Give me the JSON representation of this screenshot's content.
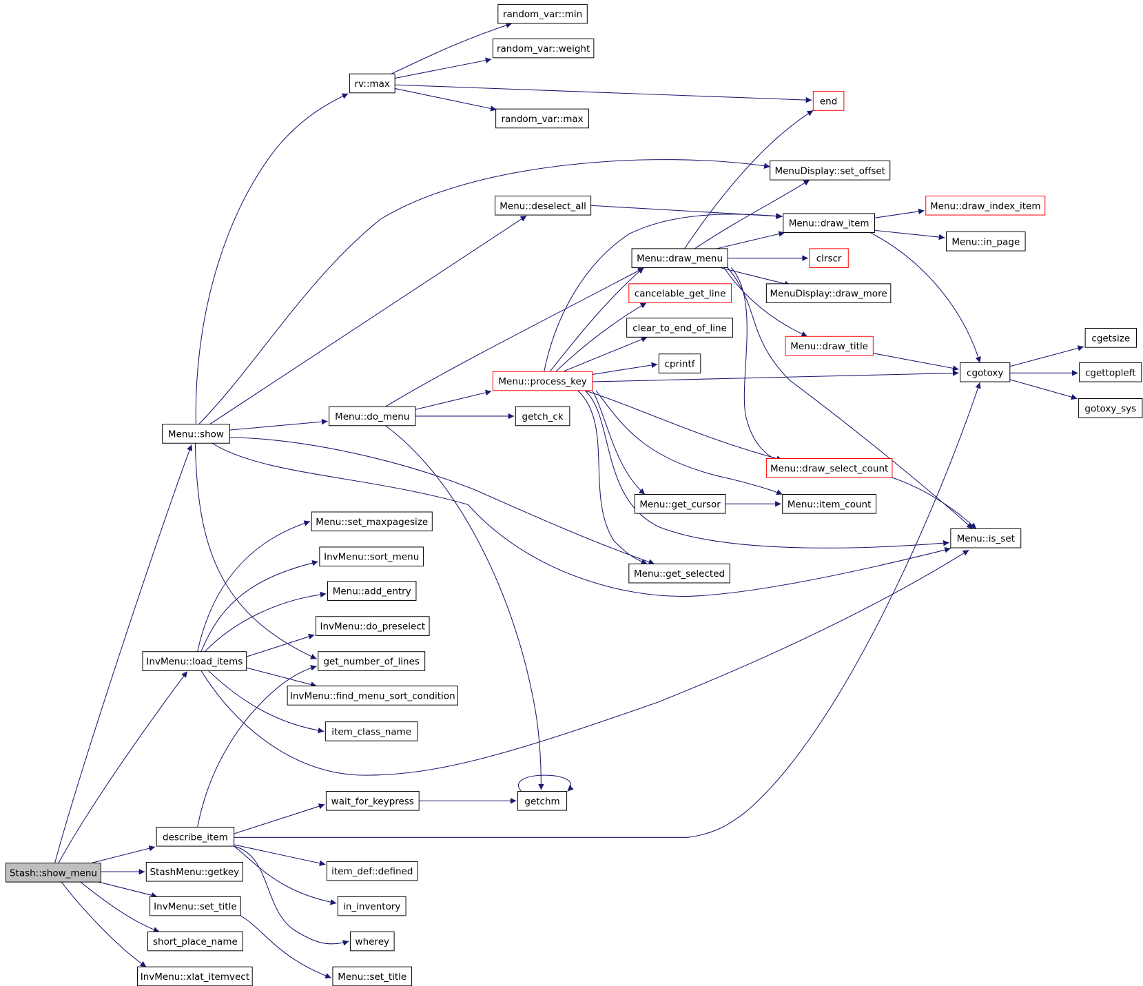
{
  "diagram": {
    "colors": {
      "edge": "#191970",
      "node_border": "#000000",
      "truncated_border": "#ff0000",
      "root_fill": "#bfbfbf",
      "background": "#ffffff"
    },
    "nodes": [
      {
        "id": "stash_show_menu",
        "label": "Stash::show_menu",
        "style": "root"
      },
      {
        "id": "menu_show",
        "label": "Menu::show",
        "style": "normal"
      },
      {
        "id": "invmenu_load_items",
        "label": "InvMenu::load_items",
        "style": "normal"
      },
      {
        "id": "describe_item",
        "label": "describe_item",
        "style": "normal"
      },
      {
        "id": "stashmenu_getkey",
        "label": "StashMenu::getkey",
        "style": "normal"
      },
      {
        "id": "invmenu_set_title",
        "label": "InvMenu::set_title",
        "style": "normal"
      },
      {
        "id": "short_place_name",
        "label": "short_place_name",
        "style": "normal"
      },
      {
        "id": "invmenu_xlat_itemvect",
        "label": "InvMenu::xlat_itemvect",
        "style": "normal"
      },
      {
        "id": "rv_max",
        "label": "rv::max",
        "style": "normal"
      },
      {
        "id": "random_var_min",
        "label": "random_var::min",
        "style": "normal"
      },
      {
        "id": "random_var_weight",
        "label": "random_var::weight",
        "style": "normal"
      },
      {
        "id": "random_var_max",
        "label": "random_var::max",
        "style": "normal"
      },
      {
        "id": "end",
        "label": "end",
        "style": "truncated"
      },
      {
        "id": "menudisplay_set_offset",
        "label": "MenuDisplay::set_offset",
        "style": "normal"
      },
      {
        "id": "menu_deselect_all",
        "label": "Menu::deselect_all",
        "style": "normal"
      },
      {
        "id": "menu_draw_item",
        "label": "Menu::draw_item",
        "style": "normal"
      },
      {
        "id": "menu_draw_index_item",
        "label": "Menu::draw_index_item",
        "style": "truncated"
      },
      {
        "id": "menu_in_page",
        "label": "Menu::in_page",
        "style": "normal"
      },
      {
        "id": "menu_draw_menu",
        "label": "Menu::draw_menu",
        "style": "normal"
      },
      {
        "id": "clrscr",
        "label": "clrscr",
        "style": "truncated"
      },
      {
        "id": "cancelable_get_line",
        "label": "cancelable_get_line",
        "style": "truncated"
      },
      {
        "id": "menudisplay_draw_more",
        "label": "MenuDisplay::draw_more",
        "style": "normal"
      },
      {
        "id": "clear_to_end_of_line",
        "label": "clear_to_end_of_line",
        "style": "normal"
      },
      {
        "id": "menu_draw_title",
        "label": "Menu::draw_title",
        "style": "truncated"
      },
      {
        "id": "cprintf",
        "label": "cprintf",
        "style": "normal"
      },
      {
        "id": "cgotoxy",
        "label": "cgotoxy",
        "style": "normal"
      },
      {
        "id": "cgetsize",
        "label": "cgetsize",
        "style": "normal"
      },
      {
        "id": "cgettopleft",
        "label": "cgettopleft",
        "style": "normal"
      },
      {
        "id": "gotoxy_sys",
        "label": "gotoxy_sys",
        "style": "normal"
      },
      {
        "id": "menu_process_key",
        "label": "Menu::process_key",
        "style": "truncated"
      },
      {
        "id": "menu_do_menu",
        "label": "Menu::do_menu",
        "style": "normal"
      },
      {
        "id": "getch_ck",
        "label": "getch_ck",
        "style": "normal"
      },
      {
        "id": "menu_draw_select_count",
        "label": "Menu::draw_select_count",
        "style": "truncated"
      },
      {
        "id": "menu_get_cursor",
        "label": "Menu::get_cursor",
        "style": "normal"
      },
      {
        "id": "menu_item_count",
        "label": "Menu::item_count",
        "style": "normal"
      },
      {
        "id": "menu_is_set",
        "label": "Menu::is_set",
        "style": "normal"
      },
      {
        "id": "menu_get_selected",
        "label": "Menu::get_selected",
        "style": "normal"
      },
      {
        "id": "menu_set_maxpagesize",
        "label": "Menu::set_maxpagesize",
        "style": "normal"
      },
      {
        "id": "invmenu_sort_menu",
        "label": "InvMenu::sort_menu",
        "style": "normal"
      },
      {
        "id": "menu_add_entry",
        "label": "Menu::add_entry",
        "style": "normal"
      },
      {
        "id": "invmenu_do_preselect",
        "label": "InvMenu::do_preselect",
        "style": "normal"
      },
      {
        "id": "get_number_of_lines",
        "label": "get_number_of_lines",
        "style": "normal"
      },
      {
        "id": "invmenu_find_menu_sort_condition",
        "label": "InvMenu::find_menu_sort_condition",
        "style": "normal"
      },
      {
        "id": "item_class_name",
        "label": "item_class_name",
        "style": "normal"
      },
      {
        "id": "wait_for_keypress",
        "label": "wait_for_keypress",
        "style": "normal"
      },
      {
        "id": "getchm",
        "label": "getchm",
        "style": "normal"
      },
      {
        "id": "item_def_defined",
        "label": "item_def::defined",
        "style": "normal"
      },
      {
        "id": "in_inventory",
        "label": "in_inventory",
        "style": "normal"
      },
      {
        "id": "wherey",
        "label": "wherey",
        "style": "normal"
      },
      {
        "id": "menu_set_title",
        "label": "Menu::set_title",
        "style": "normal"
      }
    ],
    "edges": [
      {
        "from": "stash_show_menu",
        "to": "menu_show"
      },
      {
        "from": "stash_show_menu",
        "to": "invmenu_load_items"
      },
      {
        "from": "stash_show_menu",
        "to": "describe_item"
      },
      {
        "from": "stash_show_menu",
        "to": "stashmenu_getkey"
      },
      {
        "from": "stash_show_menu",
        "to": "invmenu_set_title"
      },
      {
        "from": "stash_show_menu",
        "to": "short_place_name"
      },
      {
        "from": "stash_show_menu",
        "to": "invmenu_xlat_itemvect"
      },
      {
        "from": "menu_show",
        "to": "rv_max"
      },
      {
        "from": "menu_show",
        "to": "menudisplay_set_offset"
      },
      {
        "from": "menu_show",
        "to": "menu_deselect_all"
      },
      {
        "from": "menu_show",
        "to": "menu_do_menu"
      },
      {
        "from": "menu_show",
        "to": "menu_get_selected"
      },
      {
        "from": "menu_show",
        "to": "menu_is_set"
      },
      {
        "from": "menu_show",
        "to": "get_number_of_lines"
      },
      {
        "from": "rv_max",
        "to": "random_var_min"
      },
      {
        "from": "rv_max",
        "to": "random_var_weight"
      },
      {
        "from": "rv_max",
        "to": "random_var_max"
      },
      {
        "from": "rv_max",
        "to": "end"
      },
      {
        "from": "menu_deselect_all",
        "to": "menu_draw_item"
      },
      {
        "from": "menu_draw_item",
        "to": "menu_draw_index_item"
      },
      {
        "from": "menu_draw_item",
        "to": "menu_in_page"
      },
      {
        "from": "menu_draw_item",
        "to": "cgotoxy"
      },
      {
        "from": "menu_draw_menu",
        "to": "end"
      },
      {
        "from": "menu_draw_menu",
        "to": "menudisplay_set_offset"
      },
      {
        "from": "menu_draw_menu",
        "to": "menu_draw_item"
      },
      {
        "from": "menu_draw_menu",
        "to": "clrscr"
      },
      {
        "from": "menu_draw_menu",
        "to": "menudisplay_draw_more"
      },
      {
        "from": "menu_draw_menu",
        "to": "menu_draw_title"
      },
      {
        "from": "menu_draw_menu",
        "to": "menu_draw_select_count"
      },
      {
        "from": "menu_draw_menu",
        "to": "menu_is_set"
      },
      {
        "from": "menu_draw_title",
        "to": "cgotoxy"
      },
      {
        "from": "cgotoxy",
        "to": "cgetsize"
      },
      {
        "from": "cgotoxy",
        "to": "cgettopleft"
      },
      {
        "from": "cgotoxy",
        "to": "gotoxy_sys"
      },
      {
        "from": "menu_do_menu",
        "to": "menu_draw_menu"
      },
      {
        "from": "menu_do_menu",
        "to": "menu_process_key"
      },
      {
        "from": "menu_do_menu",
        "to": "getch_ck"
      },
      {
        "from": "menu_do_menu",
        "to": "getchm"
      },
      {
        "from": "menu_process_key",
        "to": "menu_draw_item"
      },
      {
        "from": "menu_process_key",
        "to": "menu_draw_menu"
      },
      {
        "from": "menu_process_key",
        "to": "cancelable_get_line"
      },
      {
        "from": "menu_process_key",
        "to": "clear_to_end_of_line"
      },
      {
        "from": "menu_process_key",
        "to": "cprintf"
      },
      {
        "from": "menu_process_key",
        "to": "cgotoxy"
      },
      {
        "from": "menu_process_key",
        "to": "menu_draw_select_count"
      },
      {
        "from": "menu_process_key",
        "to": "menu_get_cursor"
      },
      {
        "from": "menu_process_key",
        "to": "menu_item_count"
      },
      {
        "from": "menu_process_key",
        "to": "menu_is_set"
      },
      {
        "from": "menu_process_key",
        "to": "menu_get_selected"
      },
      {
        "from": "menu_draw_select_count",
        "to": "menu_is_set"
      },
      {
        "from": "menu_get_cursor",
        "to": "menu_item_count"
      },
      {
        "from": "invmenu_load_items",
        "to": "menu_set_maxpagesize"
      },
      {
        "from": "invmenu_load_items",
        "to": "invmenu_sort_menu"
      },
      {
        "from": "invmenu_load_items",
        "to": "menu_add_entry"
      },
      {
        "from": "invmenu_load_items",
        "to": "invmenu_do_preselect"
      },
      {
        "from": "invmenu_load_items",
        "to": "invmenu_find_menu_sort_condition"
      },
      {
        "from": "invmenu_load_items",
        "to": "item_class_name"
      },
      {
        "from": "invmenu_load_items",
        "to": "menu_is_set"
      },
      {
        "from": "describe_item",
        "to": "get_number_of_lines"
      },
      {
        "from": "describe_item",
        "to": "wait_for_keypress"
      },
      {
        "from": "describe_item",
        "to": "cgotoxy"
      },
      {
        "from": "describe_item",
        "to": "item_def_defined"
      },
      {
        "from": "describe_item",
        "to": "in_inventory"
      },
      {
        "from": "describe_item",
        "to": "wherey"
      },
      {
        "from": "wait_for_keypress",
        "to": "getchm"
      },
      {
        "from": "getchm",
        "to": "getchm"
      },
      {
        "from": "invmenu_set_title",
        "to": "menu_set_title"
      }
    ]
  }
}
